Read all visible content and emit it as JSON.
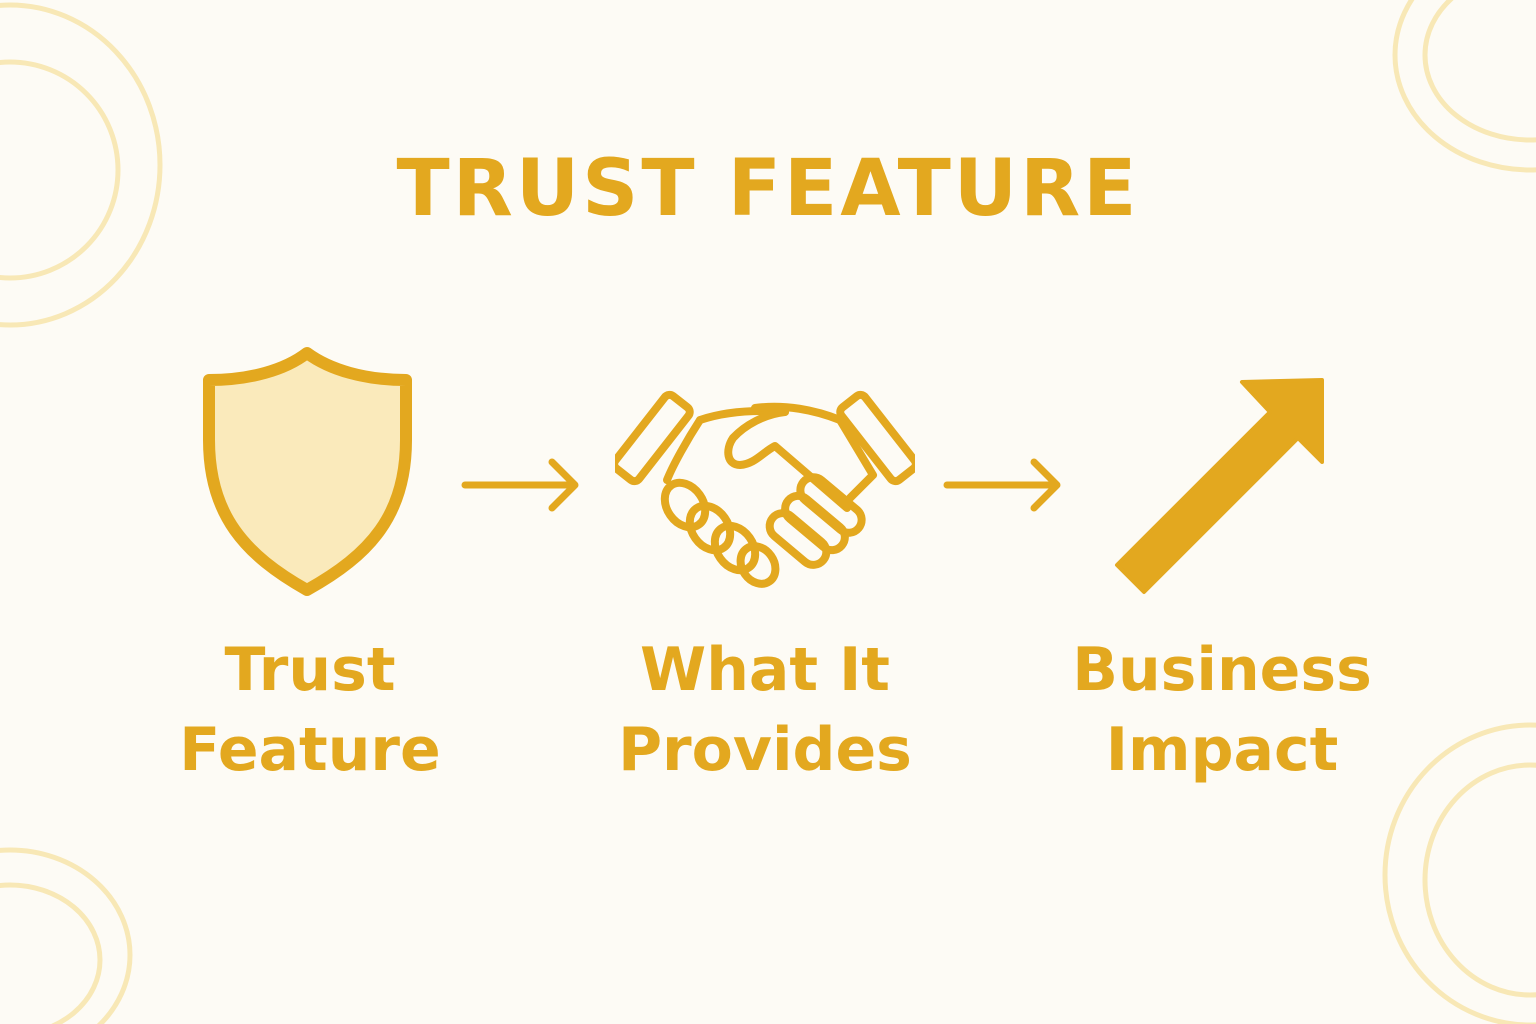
{
  "title": "TRUST FEATURE",
  "colors": {
    "accent": "#e3a81f",
    "shield_fill": "#faeabb",
    "decor": "#f8e8b6",
    "background": "#fdfbf5"
  },
  "steps": [
    {
      "icon": "shield-icon",
      "label_line1": "Trust",
      "label_line2": "Feature"
    },
    {
      "icon": "handshake-icon",
      "label_line1": "What It",
      "label_line2": "Provides"
    },
    {
      "icon": "growth-arrow-icon",
      "label_line1": "Business",
      "label_line2": "Impact"
    }
  ],
  "connectors": [
    "arrow-right-icon",
    "arrow-right-icon"
  ]
}
